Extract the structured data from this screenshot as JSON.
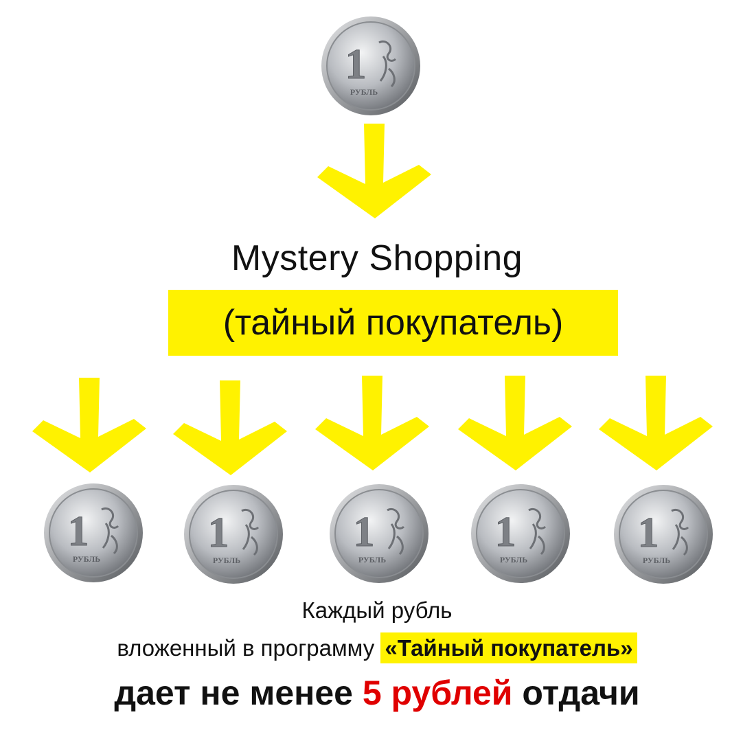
{
  "colors": {
    "highlight": "#fff200",
    "arrow": "#fff200",
    "accent_red": "#e00000",
    "coin_silver": "#b9bcc1",
    "text": "#111111"
  },
  "top_coin": {
    "value": "1",
    "label": "РУБЛЬ"
  },
  "title": "Mystery Shopping",
  "subtitle": "(тайный покупатель)",
  "bottom_coins": [
    {
      "value": "1",
      "label": "РУБЛЬ"
    },
    {
      "value": "1",
      "label": "РУБЛЬ"
    },
    {
      "value": "1",
      "label": "РУБЛЬ"
    },
    {
      "value": "1",
      "label": "РУБЛЬ"
    },
    {
      "value": "1",
      "label": "РУБЛЬ"
    }
  ],
  "caption": {
    "line1": "Каждый рубль",
    "line2_prefix": "вложенный в программу ",
    "line2_highlight": "«Тайный покупатель»",
    "line3_prefix": "дает не менее ",
    "line3_red": "5 рублей",
    "line3_suffix": " отдачи"
  }
}
